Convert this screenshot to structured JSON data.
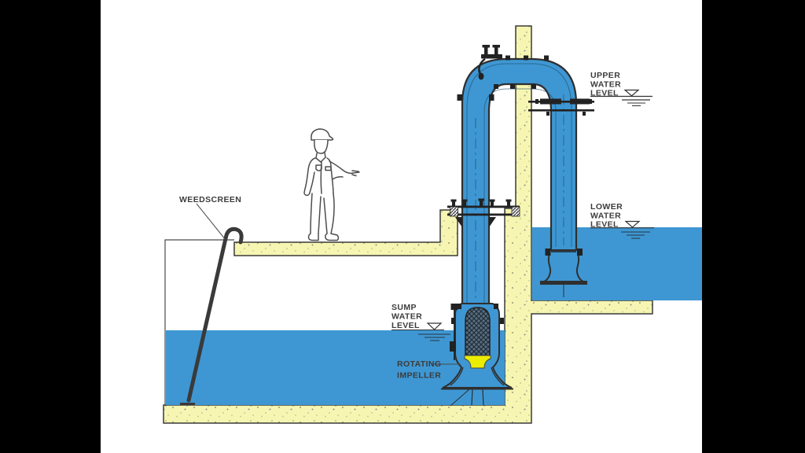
{
  "labels": {
    "weedscreen": "WEEDSCREEN",
    "upper": [
      "UPPER",
      "WATER",
      "LEVEL"
    ],
    "lower": [
      "LOWER",
      "WATER",
      "LEVEL"
    ],
    "sump": [
      "SUMP",
      "WATER",
      "LEVEL"
    ],
    "impeller": [
      "ROTATING",
      "IMPELLER"
    ]
  },
  "colors": {
    "water": "#3E97D3",
    "concrete": "#F6F6B2",
    "impeller_yellow": "#EBED00",
    "outline": "#333333",
    "label_text": "#3C3C3C",
    "figure_line": "#4D4D4D",
    "letterbox": "#000000"
  }
}
